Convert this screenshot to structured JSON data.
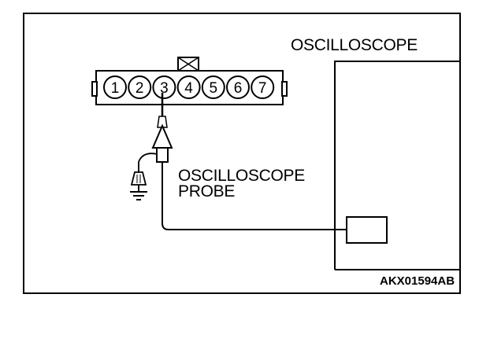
{
  "labels": {
    "oscilloscope": "OSCILLOSCOPE",
    "probe_line1": "OSCILLOSCOPE",
    "probe_line2": "PROBE",
    "figure_code": "AKX01594AB"
  },
  "connector": {
    "pins": [
      "1",
      "2",
      "3",
      "4",
      "5",
      "6",
      "7"
    ],
    "probed_pin": "3"
  },
  "colors": {
    "line": "#000000",
    "background": "#ffffff"
  }
}
